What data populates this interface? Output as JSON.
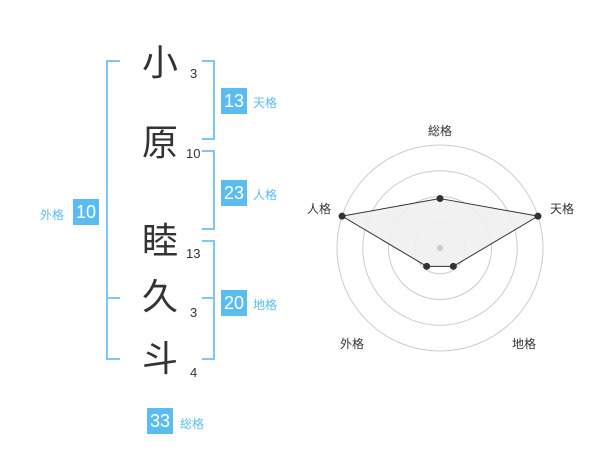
{
  "name": {
    "characters": [
      {
        "char": "小",
        "strokes": "3"
      },
      {
        "char": "原",
        "strokes": "10"
      },
      {
        "char": "睦",
        "strokes": "13"
      },
      {
        "char": "久",
        "strokes": "3"
      },
      {
        "char": "斗",
        "strokes": "4"
      }
    ]
  },
  "fortunes": {
    "tenkaku": {
      "value": "13",
      "label": "天格"
    },
    "jinkaku": {
      "value": "23",
      "label": "人格"
    },
    "chikaku": {
      "value": "20",
      "label": "地格"
    },
    "gaikaku": {
      "value": "10",
      "label": "外格"
    },
    "soukaku": {
      "value": "33",
      "label": "総格"
    }
  },
  "radar": {
    "axes": [
      "総格",
      "天格",
      "地格",
      "外格",
      "人格"
    ],
    "values": [
      0.48,
      1.0,
      0.22,
      0.22,
      1.0
    ],
    "rings": 4,
    "colors": {
      "ring": "#cccccc",
      "fill": "#efefef",
      "line": "#333333",
      "point": "#333333",
      "center": "#cccccc"
    }
  },
  "colors": {
    "accent": "#5bbcf2",
    "bracket": "#7cc8f2",
    "text": "#333333"
  }
}
